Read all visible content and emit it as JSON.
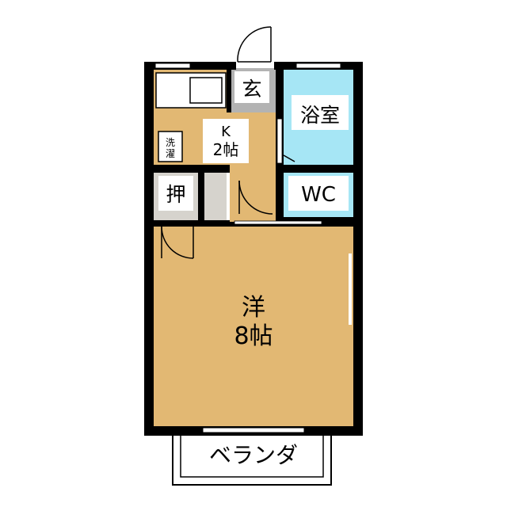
{
  "colors": {
    "wall": "#000000",
    "floor": "#e2b873",
    "water": "#a6e6f5",
    "closet": "#d6d3cd",
    "entrance": "#b3b3b3",
    "outline": "#000000"
  },
  "rooms": {
    "western": {
      "name": "洋",
      "size": "8帖"
    },
    "kitchen": {
      "name": "K",
      "size": "2帖"
    },
    "bath": {
      "name": "浴室"
    },
    "wc": {
      "name": "WC"
    },
    "entrance": {
      "name": "玄"
    },
    "closet": {
      "name": "押"
    },
    "laundry": {
      "line1": "洗",
      "line2": "濯"
    },
    "balcony": {
      "name": "ベランダ"
    }
  }
}
